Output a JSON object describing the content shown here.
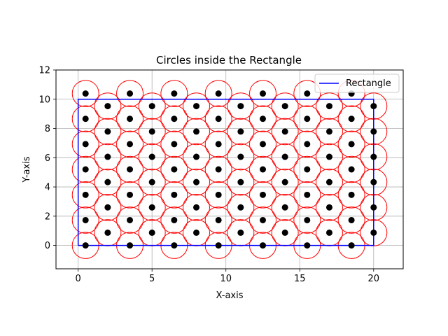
{
  "chart_data": {
    "type": "scatter",
    "title": "Circles inside the Rectangle",
    "xlabel": "X-axis",
    "ylabel": "Y-axis",
    "xlim": [
      -1.5,
      22.0
    ],
    "ylim": [
      -1.6,
      12.0
    ],
    "xticks": [
      0,
      5,
      10,
      15,
      20
    ],
    "yticks": [
      0,
      2,
      4,
      6,
      8,
      10,
      12
    ],
    "grid": true,
    "legend": {
      "placement": "top-right",
      "entries": [
        {
          "label": "Rectangle",
          "color": "#0000ff"
        }
      ]
    },
    "rectangle": {
      "x": [
        0,
        20,
        20,
        0,
        0
      ],
      "y": [
        0,
        0,
        10,
        10,
        0
      ],
      "color": "#0000ff"
    },
    "circle_radius": 0.9,
    "circle_color": "#ff0000",
    "point_color": "#000000",
    "centers": {
      "columns": [
        {
          "x": 0.5,
          "y": [
            0,
            1.73,
            3.46,
            5.2,
            6.93,
            8.66,
            10.39
          ]
        },
        {
          "x": 2.0,
          "y": [
            0.87,
            2.6,
            4.33,
            6.06,
            7.79,
            9.53
          ]
        },
        {
          "x": 3.5,
          "y": [
            0,
            1.73,
            3.46,
            5.2,
            6.93,
            8.66,
            10.39
          ]
        },
        {
          "x": 5.0,
          "y": [
            0.87,
            2.6,
            4.33,
            6.06,
            7.79,
            9.53
          ]
        },
        {
          "x": 6.5,
          "y": [
            0,
            1.73,
            3.46,
            5.2,
            6.93,
            8.66,
            10.39
          ]
        },
        {
          "x": 8.0,
          "y": [
            0.87,
            2.6,
            4.33,
            6.06,
            7.79,
            9.53
          ]
        },
        {
          "x": 9.5,
          "y": [
            0,
            1.73,
            3.46,
            5.2,
            6.93,
            8.66,
            10.39
          ]
        },
        {
          "x": 11.0,
          "y": [
            0.87,
            2.6,
            4.33,
            6.06,
            7.79,
            9.53
          ]
        },
        {
          "x": 12.5,
          "y": [
            0,
            1.73,
            3.46,
            5.2,
            6.93,
            8.66,
            10.39
          ]
        },
        {
          "x": 14.0,
          "y": [
            0.87,
            2.6,
            4.33,
            6.06,
            7.79,
            9.53
          ]
        },
        {
          "x": 15.5,
          "y": [
            0,
            1.73,
            3.46,
            5.2,
            6.93,
            8.66,
            10.39
          ]
        },
        {
          "x": 17.0,
          "y": [
            0.87,
            2.6,
            4.33,
            6.06,
            7.79,
            9.53
          ]
        },
        {
          "x": 18.5,
          "y": [
            0,
            1.73,
            3.46,
            5.2,
            6.93,
            8.66,
            10.39
          ]
        },
        {
          "x": 20.0,
          "y": [
            0.87,
            2.6,
            4.33,
            6.06,
            7.79,
            9.53
          ]
        }
      ]
    }
  }
}
